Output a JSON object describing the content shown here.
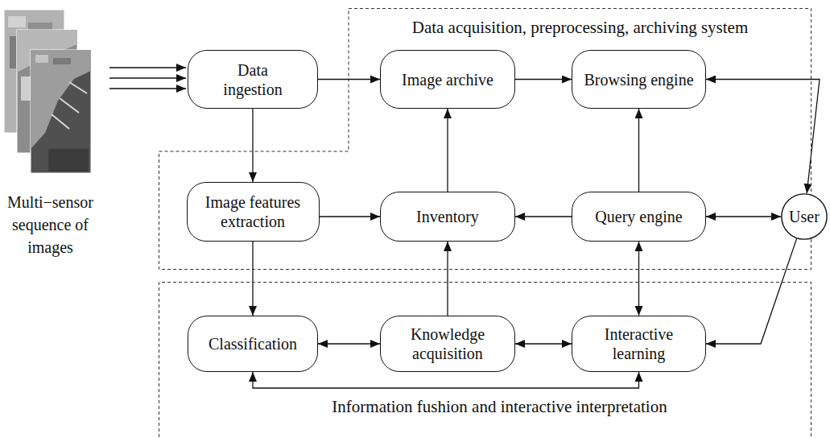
{
  "diagram": {
    "nodes": [
      {
        "text": [
          "Data ingestion"
        ]
      },
      {
        "text": [
          "Data acquisition, preprocessing, archiving system"
        ]
      },
      {
        "text": [
          "Image archive"
        ],
        "in": 1
      },
      {
        "text": [
          "Browsing engine"
        ],
        "in": 1
      },
      {
        "text": [
          "Image features extraction"
        ],
        "in": 1
      },
      {
        "text": [
          "Inventory"
        ],
        "in": 1
      },
      {
        "text": [
          "Query engine"
        ],
        "in": 1
      },
      {
        "text": [
          "User"
        ]
      },
      {
        "text": [
          "Information fushion and interactive interpretation"
        ]
      },
      {
        "text": [
          "Classification"
        ],
        "in": 8
      },
      {
        "text": [
          "Knowledge acquisition"
        ],
        "in": 8
      },
      {
        "text": [
          "Interactive learning"
        ],
        "in": 8
      }
    ],
    "edges": [
      {
        "from": 0,
        "to": 2,
        "arrow": "to"
      },
      {
        "from": 0,
        "to": 4,
        "arrow": "to"
      },
      {
        "from": 2,
        "to": 3,
        "arrow": "to"
      },
      {
        "from": 3,
        "to": 7,
        "arrow": "both"
      },
      {
        "from": 4,
        "to": 5,
        "arrow": "to"
      },
      {
        "from": 6,
        "to": 5,
        "arrow": "to"
      },
      {
        "from": 5,
        "to": 2,
        "arrow": "to"
      },
      {
        "from": 6,
        "to": 3,
        "arrow": "to"
      },
      {
        "from": 6,
        "to": 7,
        "arrow": "both"
      },
      {
        "from": 4,
        "to": 9,
        "arrow": "to"
      },
      {
        "from": 10,
        "to": 5,
        "arrow": "to"
      },
      {
        "from": 9,
        "to": 10,
        "arrow": "both"
      },
      {
        "from": 10,
        "to": 11,
        "arrow": "both"
      },
      {
        "from": 6,
        "to": 11,
        "arrow": "both"
      },
      {
        "from": 9,
        "to": 11,
        "arrow": "both"
      },
      {
        "from": 7,
        "to": 11,
        "arrow": "to"
      }
    ],
    "labels": [
      "Multi−sensor sequence of images"
    ]
  }
}
